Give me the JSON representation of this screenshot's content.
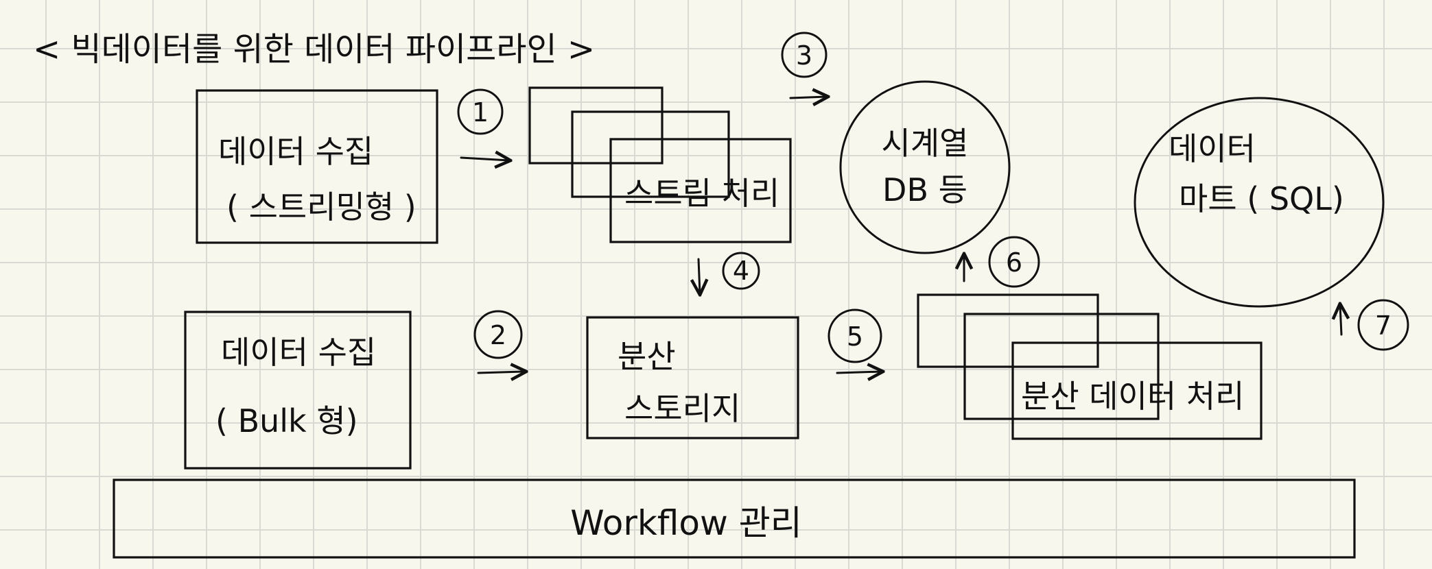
{
  "diagram": {
    "title": "< 빅데이터를 위한 데이터 파이프라인 >",
    "nodes": {
      "streaming_collect": {
        "line1": "데이터 수집",
        "line2": "( 스트리밍형 )"
      },
      "bulk_collect": {
        "line1": "데이터 수집",
        "line2": "( Bulk 형)"
      },
      "stream_processing": {
        "label": "스트림 처리"
      },
      "distributed_storage": {
        "line1": "분산",
        "line2": "스토리지"
      },
      "timeseries_db": {
        "line1": "시계열",
        "line2": "DB 등"
      },
      "data_mart": {
        "line1": "데이터",
        "line2": "마트 ( SQL)"
      },
      "distributed_processing": {
        "label": "분산 데이터 처리"
      },
      "workflow": {
        "label": "Workflow 관리"
      }
    },
    "step_numbers": [
      "1",
      "2",
      "3",
      "4",
      "5",
      "6",
      "7"
    ]
  }
}
